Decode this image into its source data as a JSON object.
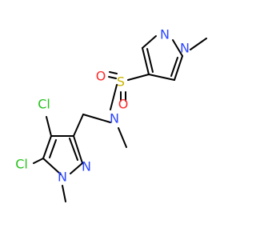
{
  "molecule": {
    "atoms": {
      "n_pyr_top_a": "N",
      "n_pyr_top_b": "N",
      "s": "S",
      "o_left": "O",
      "o_bottom": "O",
      "n_amide": "N",
      "cl_upper": "Cl",
      "cl_lower": "Cl",
      "n_pyr_low_a": "N",
      "n_pyr_low_b": "N"
    },
    "colors": {
      "nitrogen": "#2c46ff",
      "oxygen": "#ff2a2a",
      "sulfur": "#c8b400",
      "chlorine": "#27c21a",
      "bond": "#000000"
    }
  }
}
